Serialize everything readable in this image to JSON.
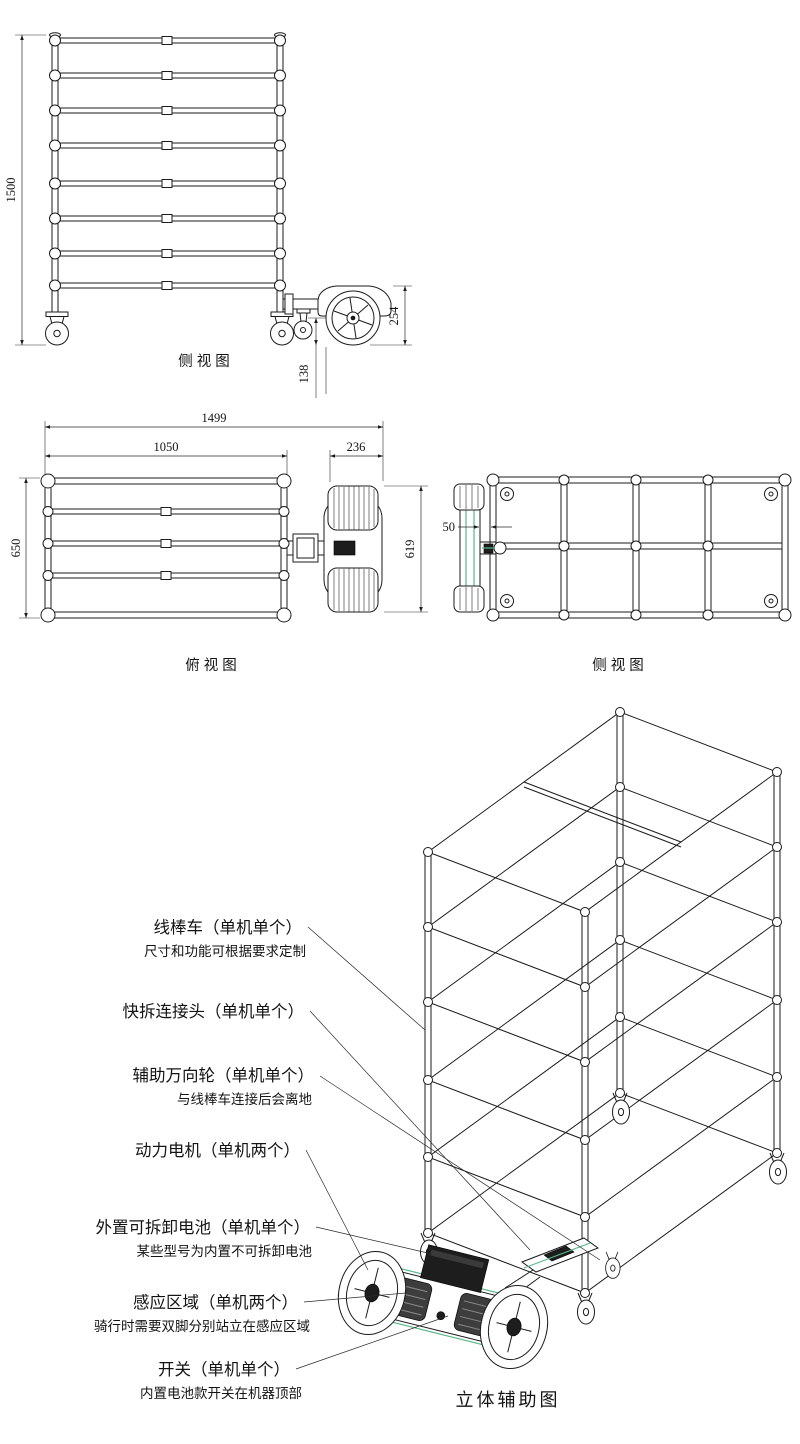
{
  "colors": {
    "line": "#1b1b1b",
    "accent_green": "#57b98c"
  },
  "side_view": {
    "caption": "侧视图",
    "dim_height": "1500",
    "dim_motor_height": "254",
    "dim_ground_clearance": "138"
  },
  "top_view": {
    "caption": "俯视图",
    "dim_total_length": "1499",
    "dim_rack_length": "1050",
    "dim_motor_length": "236",
    "dim_rack_width": "650",
    "dim_motor_width": "619"
  },
  "end_view": {
    "caption": "侧视图",
    "dim_gap": "50"
  },
  "iso_view": {
    "caption": "立体辅助图",
    "labels": [
      {
        "title": "线棒车（单机单个）",
        "sub": "尺寸和功能可根据要求定制"
      },
      {
        "title": "快拆连接头（单机单个）",
        "sub": ""
      },
      {
        "title": "辅助万向轮（单机单个）",
        "sub": "与线棒车连接后会离地"
      },
      {
        "title": "动力电机（单机两个）",
        "sub": ""
      },
      {
        "title": "外置可拆卸电池（单机单个）",
        "sub": "某些型号为内置不可拆卸电池"
      },
      {
        "title": "感应区域（单机两个）",
        "sub": "骑行时需要双脚分别站立在感应区域"
      },
      {
        "title": "开关（单机单个）",
        "sub": "内置电池款开关在机器顶部"
      }
    ]
  }
}
